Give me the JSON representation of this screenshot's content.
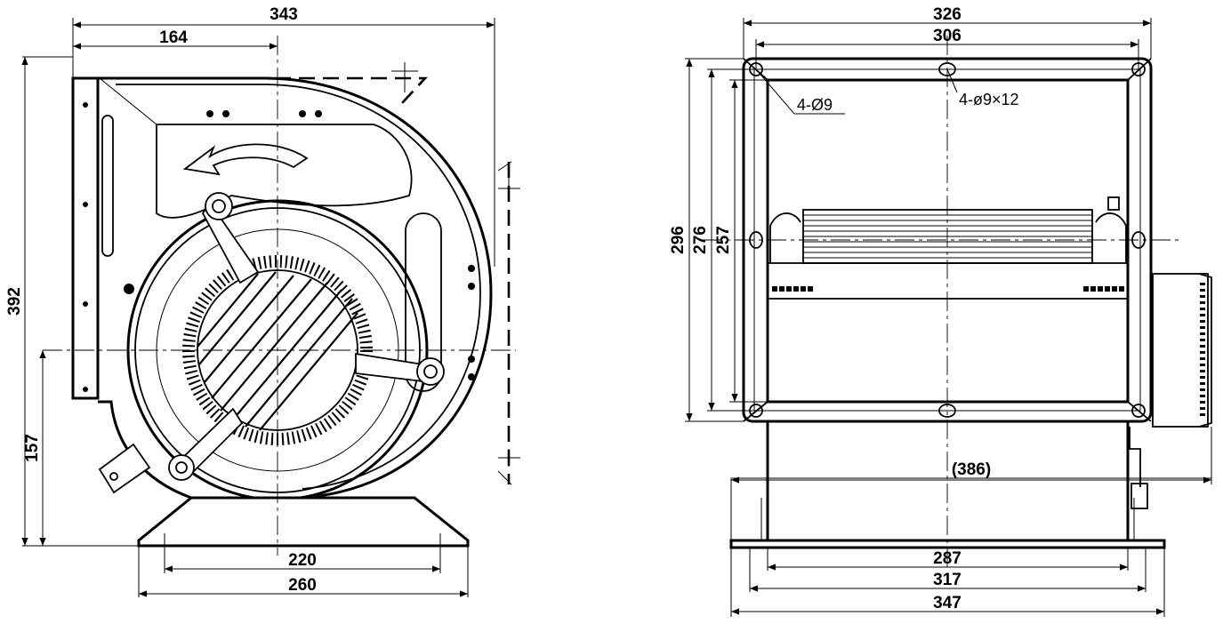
{
  "left_view": {
    "dimensions": {
      "overall_width": "343",
      "inlet_offset": "164",
      "overall_height": "392",
      "shaft_height": "157",
      "base_hole_spacing": "220",
      "base_width": "260"
    }
  },
  "right_view": {
    "dimensions": {
      "flange_width_outer": "326",
      "flange_width_inner": "306",
      "flange_height_outer": "296",
      "flange_height_mid": "276",
      "flange_height_inner": "257",
      "overall_depth": "(386)",
      "housing_width": "287",
      "base_hole_spacing": "317",
      "base_width": "347"
    },
    "labels": {
      "corner_holes": "4-Ø9",
      "slot_holes": "4-ø9×12"
    }
  }
}
